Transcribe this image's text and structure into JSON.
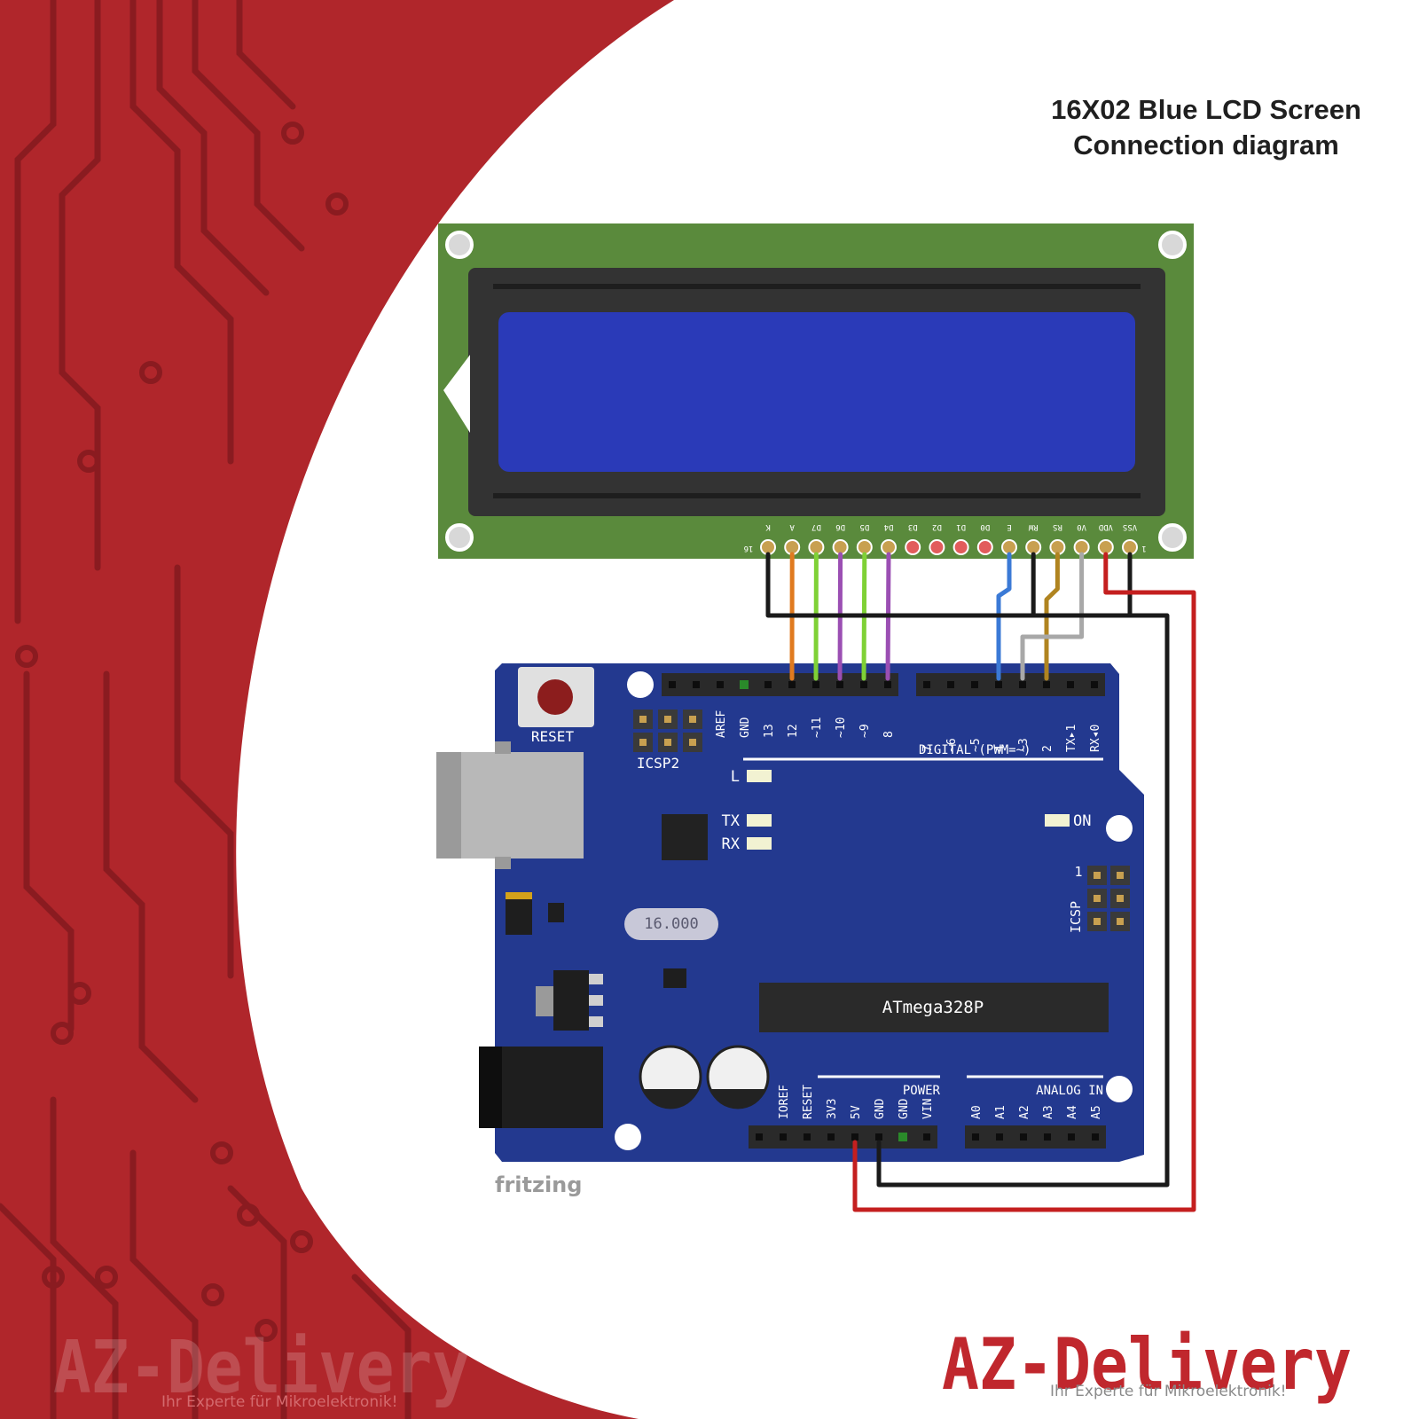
{
  "header": {
    "title_line1": "16X02 Blue LCD Screen",
    "title_line2": "Connection diagram"
  },
  "lcd": {
    "pin_labels": [
      "K",
      "A",
      "D7",
      "D6",
      "D5",
      "D4",
      "D3",
      "D2",
      "D1",
      "D0",
      "E",
      "RW",
      "RS",
      "V0",
      "VDD",
      "VSS"
    ],
    "pin_first": "16",
    "pin_last": "1"
  },
  "arduino": {
    "reset_label": "RESET",
    "icsp2_label": "ICSP2",
    "icsp_label": "ICSP",
    "icsp_pin1": "1",
    "digital_label": "DIGITAL (PWM=~)",
    "digital_pins_left": [
      "AREF",
      "GND",
      "13",
      "12",
      "~11",
      "~10",
      "~9",
      "8"
    ],
    "digital_pins_right": [
      "7",
      "~6",
      "~5",
      "4",
      "~3",
      "2",
      "TX▸1",
      "RX◂0"
    ],
    "led_l": "L",
    "led_tx": "TX",
    "led_rx": "RX",
    "led_on": "ON",
    "crystal": "16.000",
    "chip": "ATmega328P",
    "power_label": "POWER",
    "power_pins": [
      "IOREF",
      "RESET",
      "3V3",
      "5V",
      "GND",
      "GND",
      "VIN"
    ],
    "analog_label": "ANALOG IN",
    "analog_pins": [
      "A0",
      "A1",
      "A2",
      "A3",
      "A4",
      "A5"
    ]
  },
  "footer": {
    "fritzing": "fritzing",
    "brand": "AZ-Delivery",
    "tagline": "Ihr Experte für Mikroelektronik!"
  },
  "colors": {
    "red_bg": "#b0262b",
    "pcb_trace": "#8a1b20",
    "lcd_green": "#5a8a3c",
    "lcd_screen": "#2a3ab8",
    "arduino_blue": "#23398f",
    "wire_black": "#1a1a1a",
    "wire_red": "#c41f1f",
    "wire_orange": "#e07a1f",
    "wire_green": "#7fd136",
    "wire_purple": "#9b4fb3",
    "wire_blue": "#3b7ad6",
    "wire_gray": "#a8a8a8",
    "wire_gold": "#b08420",
    "brand_red": "#c0272d"
  }
}
